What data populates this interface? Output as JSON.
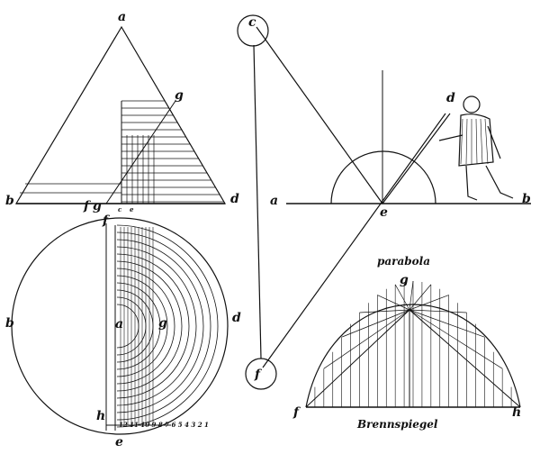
{
  "labels": {
    "triangle": {
      "apex": "a",
      "left": "b",
      "right": "d",
      "upper": "g",
      "base_f": "f",
      "base_g": "g",
      "base_c": "c",
      "base_e": "e"
    },
    "circle": {
      "top": "f",
      "left": "b",
      "right": "d",
      "center_a": "a",
      "center_g": "g",
      "bottom_h": "h",
      "bottom_e": "e",
      "scale": "12 11 10 9 8 7 6 5 4 3 2 1"
    },
    "cone": {
      "top": "c",
      "bottom": "f"
    },
    "sighting": {
      "left": "a",
      "center": "e",
      "right": "b",
      "observer": "d"
    },
    "parabola": {
      "title": "parabola",
      "vertex": "g",
      "left": "f",
      "right": "h",
      "caption": "Brennspiegel"
    }
  },
  "colors": {
    "ink": "#111111",
    "paper": "#ffffff"
  }
}
